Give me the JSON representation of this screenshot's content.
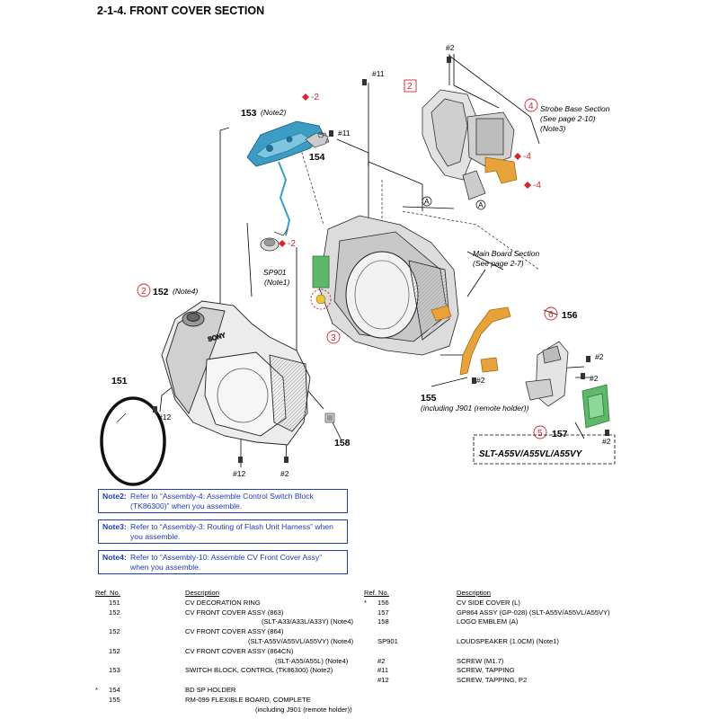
{
  "title": "2-1-4. FRONT COVER SECTION",
  "diagram": {
    "callouts": {
      "c151": "151",
      "c152": "152",
      "c152_note": "(Note4)",
      "c153": "153",
      "c153_note": "(Note2)",
      "c154": "154",
      "c155": "155",
      "c155_sub": "(including J901 (remote holder))",
      "c156": "156",
      "c157": "157",
      "c158": "158",
      "sp901": "SP901",
      "sp901_note": "(Note1)"
    },
    "screws": {
      "s2_top": "#2",
      "s11_a": "#11",
      "s11_b": "#11",
      "s12_a": "#12",
      "s12_b": "#12",
      "s2_b": "#2",
      "s2_c": "#2",
      "s2_d": "#2",
      "s2_e": "#2",
      "s2_f": "#2"
    },
    "diamonds": {
      "d1": "-2",
      "d2": "-2",
      "d3": "-4",
      "d4": "-4"
    },
    "circled": {
      "n2": "2",
      "n3": "3",
      "n4": "4",
      "n5": "5",
      "n6": "6",
      "n2b": "2"
    },
    "strobe": [
      "Strobe Base Section",
      "(See page 2-10)",
      "(Note3)"
    ],
    "mainboard": [
      "Main Board Section",
      "(See page 2-7)"
    ],
    "model_box": "SLT-A55V/A55VL/A55VY",
    "ref_a": "A"
  },
  "notes": [
    {
      "tag": "Note2:",
      "lines": [
        "Refer to “Assembly-4: Assemble Control Switch Block",
        "(TK86300)” when you assemble."
      ]
    },
    {
      "tag": "Note3:",
      "lines": [
        "Refer to “Assembly-3: Routing of Flash Unit Harness” when",
        "you assemble."
      ]
    },
    {
      "tag": "Note4:",
      "lines": [
        "Refer to “Assembly-10: Assemble CV Front Cover Assy”",
        "when you assemble."
      ]
    }
  ],
  "parts_headers": {
    "ref": "Ref. No.",
    "desc": "Description"
  },
  "parts_left": [
    {
      "mark": "",
      "ref": "151",
      "desc": "CV DECORATION RING"
    },
    {
      "mark": "",
      "ref": "152",
      "desc": "CV FRONT COVER ASSY (863)"
    },
    {
      "mark": "",
      "ref": "",
      "desc": "(SLT-A33/A33L/A33Y) (Note4)",
      "indent": true
    },
    {
      "mark": "",
      "ref": "152",
      "desc": "CV FRONT COVER ASSY (864)"
    },
    {
      "mark": "",
      "ref": "",
      "desc": "(SLT-A55V/A55VL/A55VY) (Note4)",
      "indent": true
    },
    {
      "mark": "",
      "ref": "152",
      "desc": "CV FRONT COVER ASSY (864CN)"
    },
    {
      "mark": "",
      "ref": "",
      "desc": "(SLT-A55/A55L) (Note4)",
      "indent": true
    },
    {
      "mark": "",
      "ref": "153",
      "desc": "SWITCH BLOCK, CONTROL (TK86300) (Note2)"
    },
    {
      "mark": "",
      "ref": "",
      "desc": ""
    },
    {
      "mark": "*",
      "ref": "154",
      "desc": "BD SP HOLDER"
    },
    {
      "mark": "",
      "ref": "155",
      "desc": "RM-099 FLEXIBLE BOARD, COMPLETE"
    },
    {
      "mark": "",
      "ref": "",
      "desc": "(including J901 (remote holder))",
      "indent": true
    }
  ],
  "parts_right": [
    {
      "mark": "*",
      "ref": "156",
      "desc": "CV SIDE COVER (L)"
    },
    {
      "mark": "",
      "ref": "157",
      "desc": "GP864 ASSY (GP-028) (SLT-A55V/A55VL/A55VY)"
    },
    {
      "mark": "",
      "ref": "158",
      "desc": "LOGO EMBLEM (A)"
    },
    {
      "mark": "",
      "ref": "",
      "desc": ""
    },
    {
      "mark": "",
      "ref": "SP901",
      "desc": "LOUDSPEAKER (1.0CM) (Note1)"
    },
    {
      "mark": "",
      "ref": "",
      "desc": ""
    },
    {
      "mark": "",
      "ref": "#2",
      "desc": "SCREW (M1.7)"
    },
    {
      "mark": "",
      "ref": "#11",
      "desc": "SCREW, TAPPING"
    },
    {
      "mark": "",
      "ref": "#12",
      "desc": "SCREW, TAPPING, P2"
    }
  ],
  "colors": {
    "red": "#d6262b",
    "blue": "#1a3fae",
    "orange": "#e8a23a",
    "green": "#5fb86a",
    "cyan": "#3b9cc4"
  }
}
